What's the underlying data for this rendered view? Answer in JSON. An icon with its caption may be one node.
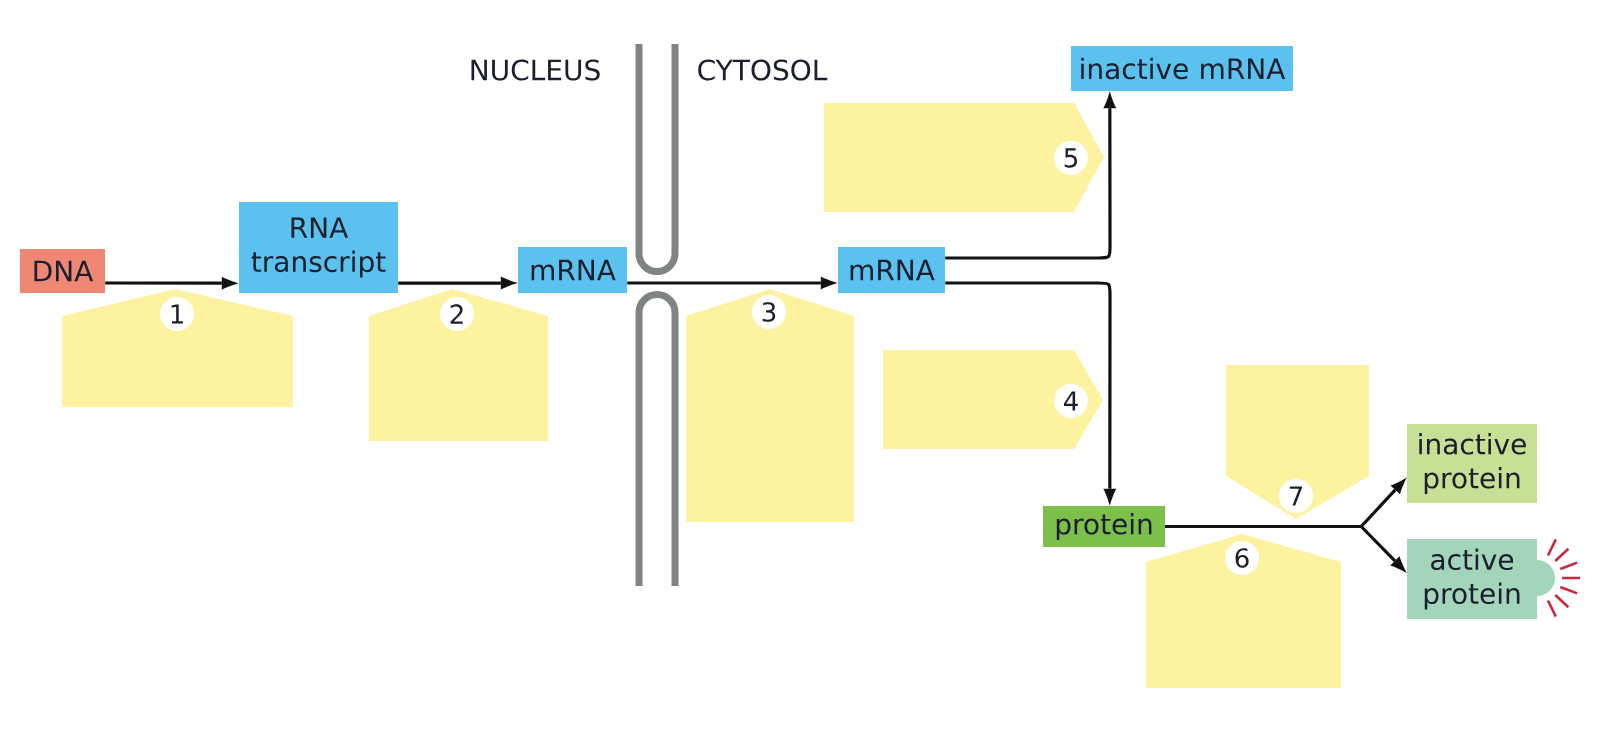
{
  "diagram": {
    "nodes": [
      {
        "text": [
          "DNA"
        ]
      },
      {
        "text": [
          "RNA transcript"
        ]
      },
      {
        "text": [
          "mRNA"
        ]
      },
      {
        "text": [
          "mRNA"
        ]
      },
      {
        "text": [
          "inactive mRNA"
        ]
      },
      {
        "text": [
          "protein"
        ]
      },
      {
        "text": [
          "inactive protein"
        ]
      },
      {
        "text": [
          "active protein"
        ]
      },
      {
        "text": [
          "1"
        ]
      },
      {
        "text": [
          "2"
        ]
      },
      {
        "text": [
          "3"
        ]
      },
      {
        "text": [
          "4"
        ]
      },
      {
        "text": [
          "5"
        ]
      },
      {
        "text": [
          "6"
        ]
      },
      {
        "text": [
          "7"
        ]
      }
    ],
    "edges": [
      {
        "from": 0,
        "to": 1,
        "arrow": "to"
      },
      {
        "from": 1,
        "to": 2,
        "arrow": "to"
      },
      {
        "from": 2,
        "to": 3,
        "arrow": "to"
      },
      {
        "from": 3,
        "to": 4,
        "arrow": "to"
      },
      {
        "from": 3,
        "to": 5,
        "arrow": "to"
      },
      {
        "from": 5,
        "to": 6,
        "arrow": "to"
      },
      {
        "from": 5,
        "to": 7,
        "arrow": "to"
      }
    ],
    "labels": [
      "NUCLEUS",
      "CYTOSOL"
    ]
  }
}
